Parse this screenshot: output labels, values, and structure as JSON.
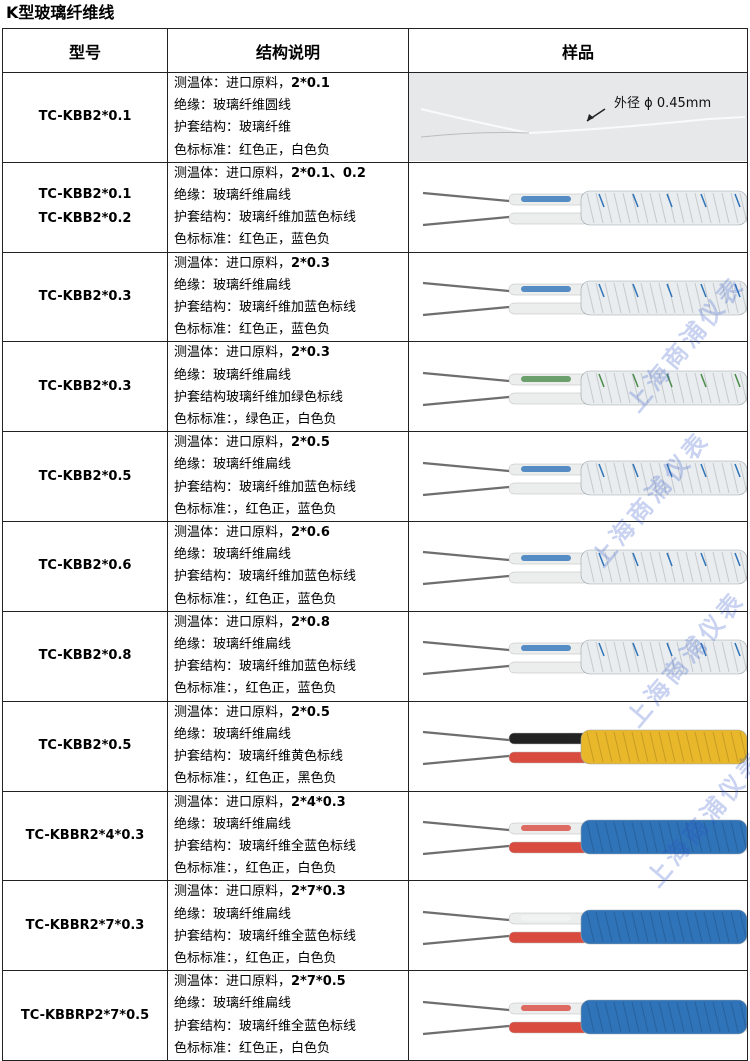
{
  "title": "K型玻璃纤维线",
  "headers": [
    "型号",
    "结构说明",
    "样品"
  ],
  "colors": {
    "blue_sheath": "#2f73b8",
    "yellow_sheath": "#e8b72a",
    "white_braid": "#e9edef",
    "green_tag": "#4b8b4a",
    "red_insulation": "#d94a3f",
    "black_insulation": "#222222",
    "watermark": "#2850c8"
  },
  "watermark": "上海商浦仪表",
  "rows": [
    {
      "models": [
        "TC-KBB2*0.1"
      ],
      "lines": [
        [
          "测温体：进口原料，",
          "2*0.1"
        ],
        [
          "绝缘：玻璃纤维圆线",
          ""
        ],
        [
          "护套结构：玻璃纤维",
          ""
        ],
        [
          "色标标准：红色正，白色负",
          ""
        ]
      ],
      "sample_label": "外径 ϕ 0.45mm"
    },
    {
      "models": [
        "TC-KBB2*0.1",
        "TC-KBB2*0.2"
      ],
      "lines": [
        [
          "测温体：进口原料，",
          "2*0.1、0.2"
        ],
        [
          "绝缘：玻璃纤维扁线",
          ""
        ],
        [
          "护套结构：玻璃纤维加蓝色标线",
          ""
        ],
        [
          "色标标准：红色正，蓝色负",
          ""
        ]
      ]
    },
    {
      "models": [
        "TC-KBB2*0.3"
      ],
      "lines": [
        [
          "测温体：进口原料，",
          "2*0.3"
        ],
        [
          "绝缘：玻璃纤维扁线",
          ""
        ],
        [
          "护套结构：玻璃纤维加蓝色标线",
          ""
        ],
        [
          "色标标准：红色正，蓝色负",
          ""
        ]
      ]
    },
    {
      "models": [
        "TC-KBB2*0.3"
      ],
      "lines": [
        [
          "测温体：进口原料，",
          "2*0.3"
        ],
        [
          "绝缘：玻璃纤维扁线",
          ""
        ],
        [
          "护套结构玻璃纤维加绿色标线",
          ""
        ],
        [
          "色标标准：，绿色正，白色负",
          ""
        ]
      ]
    },
    {
      "models": [
        "TC-KBB2*0.5"
      ],
      "lines": [
        [
          "测温体：进口原料，",
          "2*0.5"
        ],
        [
          "绝缘：玻璃纤维扁线",
          ""
        ],
        [
          "护套结构：玻璃纤维加蓝色标线",
          ""
        ],
        [
          "色标标准：，红色正，蓝色负",
          ""
        ]
      ]
    },
    {
      "models": [
        "TC-KBB2*0.6"
      ],
      "lines": [
        [
          "测温体：进口原料，",
          "2*0.6"
        ],
        [
          "绝缘：玻璃纤维扁线",
          ""
        ],
        [
          "护套结构：玻璃纤维加蓝色标线",
          ""
        ],
        [
          "色标标准：，红色正，蓝色负",
          ""
        ]
      ]
    },
    {
      "models": [
        "TC-KBB2*0.8"
      ],
      "lines": [
        [
          "测温体：进口原料，",
          "2*0.8"
        ],
        [
          "绝缘：玻璃纤维扁线",
          ""
        ],
        [
          "护套结构：玻璃纤维加蓝色标线",
          ""
        ],
        [
          "色标标准：，红色正，蓝色负",
          ""
        ]
      ]
    },
    {
      "models": [
        "TC-KBB2*0.5"
      ],
      "lines": [
        [
          "测温体：进口原料，",
          "2*0.5"
        ],
        [
          "绝缘：玻璃纤维扁线",
          ""
        ],
        [
          "护套结构：玻璃纤维黄色标线",
          ""
        ],
        [
          "色标标准：，红色正，黑色负",
          ""
        ]
      ]
    },
    {
      "models": [
        "TC-KBBR2*4*0.3"
      ],
      "lines": [
        [
          "测温体：进口原料，",
          "2*4*0.3"
        ],
        [
          "绝缘：玻璃纤维扁线",
          ""
        ],
        [
          "护套结构：玻璃纤维全蓝色标线",
          ""
        ],
        [
          "色标标准：，红色正，白色负",
          ""
        ]
      ]
    },
    {
      "models": [
        "TC-KBBR2*7*0.3"
      ],
      "lines": [
        [
          "测温体：进口原料，",
          "2*7*0.3"
        ],
        [
          "绝缘：玻璃纤维扁线",
          ""
        ],
        [
          "护套结构：玻璃纤维全蓝色标线",
          ""
        ],
        [
          "色标标准：，红色正，白色负",
          ""
        ]
      ]
    },
    {
      "models": [
        "TC-KBBRP2*7*0.5"
      ],
      "lines": [
        [
          "测温体：进口原料，",
          "2*7*0.5"
        ],
        [
          "绝缘：玻璃纤维扁线",
          ""
        ],
        [
          "护套结构：玻璃纤维全蓝色标线",
          ""
        ],
        [
          "色标标准：红色正，白色负",
          ""
        ]
      ]
    }
  ],
  "samples": [
    {
      "kind": "thin"
    },
    {
      "kind": "braid",
      "sheath": "white",
      "tag": "blue"
    },
    {
      "kind": "braid",
      "sheath": "white",
      "tag": "blue"
    },
    {
      "kind": "braid",
      "sheath": "white",
      "tag": "green"
    },
    {
      "kind": "braid",
      "sheath": "white",
      "tag": "blue"
    },
    {
      "kind": "braid",
      "sheath": "white",
      "tag": "blue"
    },
    {
      "kind": "braid",
      "sheath": "white",
      "tag": "blue"
    },
    {
      "kind": "braid",
      "sheath": "yellow",
      "tag": "black"
    },
    {
      "kind": "braid",
      "sheath": "blue",
      "tag": "red"
    },
    {
      "kind": "braid",
      "sheath": "blue",
      "tag": "white"
    },
    {
      "kind": "braid",
      "sheath": "blue",
      "tag": "red"
    }
  ]
}
